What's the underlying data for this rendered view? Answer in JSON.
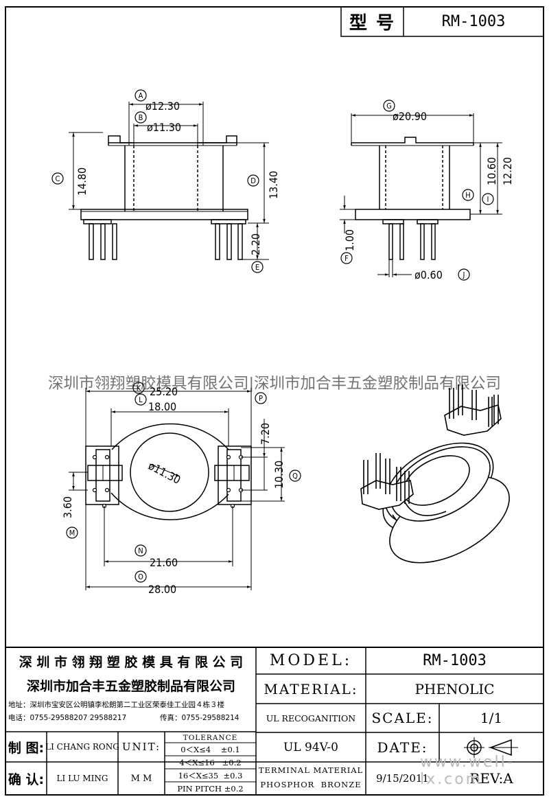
{
  "header": {
    "label": "型 号",
    "model": "RM-1003"
  },
  "dims": {
    "A": "A",
    "B": "B",
    "C": "C",
    "D": "D",
    "E": "E",
    "F": "F",
    "G": "G",
    "H": "H",
    "I": "I",
    "J": "J",
    "K": "K",
    "L": "L",
    "M": "M",
    "N": "N",
    "O": "O",
    "P": "P",
    "Q": "Q",
    "d_a": "ø12.30",
    "d_b": "ø11.30",
    "d_c": "14.80",
    "d_d": "13.40",
    "d_e": "2.20",
    "d_g": "ø20.90",
    "d_h": "10.60",
    "d_i": "12.20",
    "d_f": "1.00",
    "d_j": "ø0.60",
    "d_k": "25.20",
    "d_l": "18.00",
    "d_p": "7.20",
    "d_q": "10.30",
    "d_m": "3.60",
    "d_n": "21.60",
    "d_o": "28.00",
    "d_hole": "ø11.30"
  },
  "watermark": "深圳市翎翔塑胶模具有限公司|深圳市加合丰五金塑胶制品有限公司",
  "title_block": {
    "company1": "深 圳 市 翎 翔 塑 胶 模 具 有 限 公 司",
    "company2": "深圳市加合丰五金塑胶制品有限公司",
    "address": "地址：深圳市宝安区公明镇李松朗第二工业区荣泰佳工业园４栋３楼",
    "phone": "电话：0755-29588207  29588217",
    "fax": "传真：0755-29588214",
    "model_label": "MODEL:",
    "model_value": "RM-1003",
    "material_label": "MATERIAL:",
    "material_value": "PHENOLIC",
    "ul_label": "UL RECOGANITION",
    "ul_value": "UL 94V-0",
    "scale_label": "SCALE:",
    "scale_value": "1/1",
    "date_label": "DATE:",
    "terminal_line1": "TERMINAL MATERIAL",
    "terminal_line2": "PHOSPHOR  BRONZE",
    "date_value": "9/15/2011",
    "rev": "REV:A",
    "drawn_label": "制 图:",
    "drawn_by": "LI CHANG RONG",
    "checked_label": "确 认:",
    "checked_by": "LI LU MING",
    "unit_label": "UNIT:",
    "unit_value": "M M",
    "tol_title": "TOLERANCE",
    "tol1": "0＜X≤4    ±0.1",
    "tol2": "4＜X≤16   ±0.2",
    "tol3": "16＜X≤35  ±0.3",
    "tol4": "PIN PITCH ±0.2"
  },
  "site": "www.well-lx.com"
}
